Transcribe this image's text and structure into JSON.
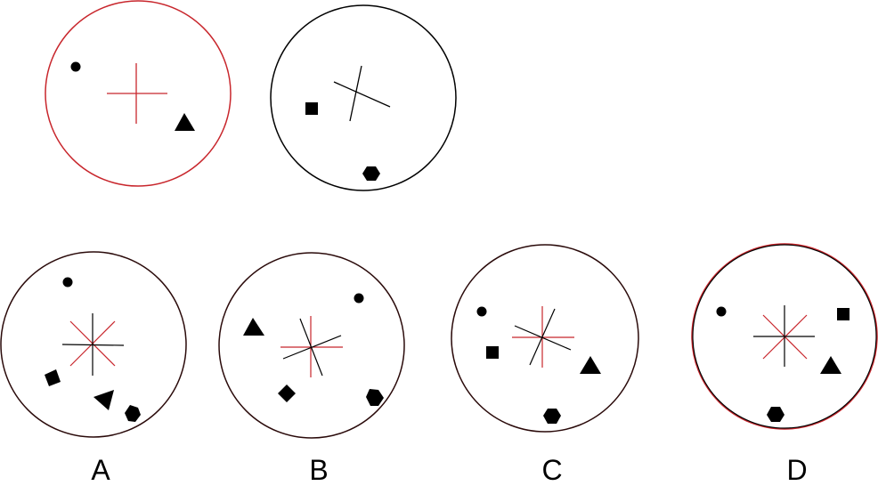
{
  "question": {
    "figures": [
      "figure-1",
      "figure-2"
    ]
  },
  "options": [
    {
      "label": "A"
    },
    {
      "label": "B"
    },
    {
      "label": "C"
    },
    {
      "label": "D"
    }
  ],
  "colors": {
    "red": "#c8262c",
    "black": "#000000",
    "dark_outline": "#2a0a0a"
  }
}
